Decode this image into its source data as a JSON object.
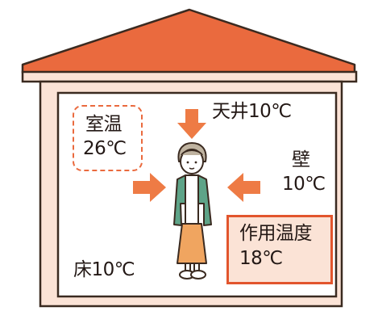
{
  "labels": {
    "room_temp": {
      "title": "室温",
      "value": "26℃"
    },
    "ceiling": "天井10℃",
    "wall": {
      "title": "壁",
      "value": "10℃"
    },
    "floor": "床10℃",
    "operative_temp": {
      "title": "作用温度",
      "value": "18℃"
    }
  },
  "colors": {
    "roof": "#ea6a3e",
    "wall_fill": "#fbe3d6",
    "wall_outline": "#3a2a20",
    "arrow": "#ee7b45",
    "dashed_box": "#ea6a3e",
    "solid_box": "#e2552d",
    "cardigan": "#5ea488",
    "skirt": "#f0a560",
    "hair": "#bfb3a0"
  },
  "icons": [
    "arrow-down-icon",
    "arrow-right-icon",
    "arrow-left-icon",
    "person-icon"
  ]
}
